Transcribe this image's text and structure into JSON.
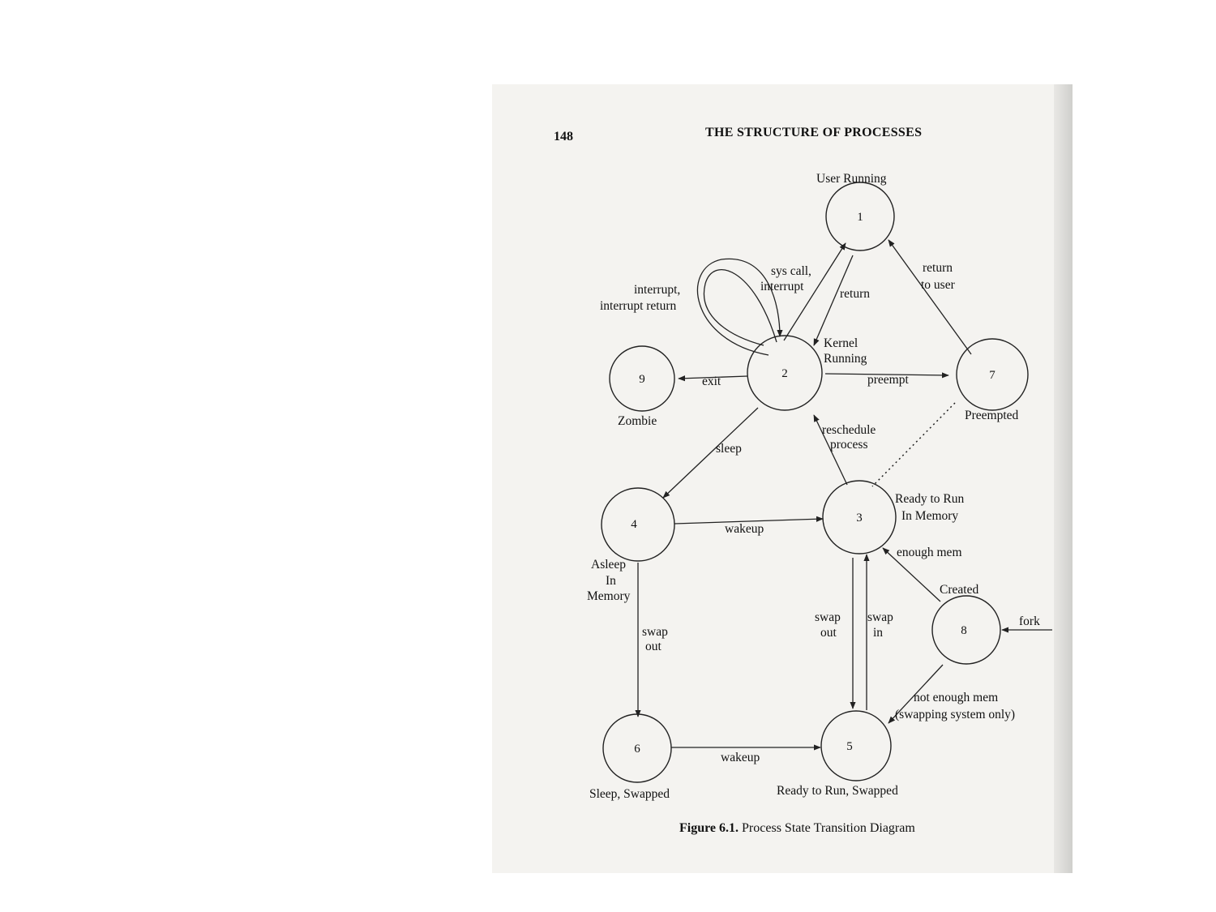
{
  "header": {
    "page_number": "148",
    "title": "THE STRUCTURE OF PROCESSES"
  },
  "states": [
    {
      "id": "1",
      "label": "User Running"
    },
    {
      "id": "2",
      "label": "Kernel Running"
    },
    {
      "id": "3",
      "label": "Ready to Run In Memory"
    },
    {
      "id": "4",
      "label": "Asleep In Memory"
    },
    {
      "id": "5",
      "label": "Ready to Run, Swapped"
    },
    {
      "id": "6",
      "label": "Sleep, Swapped"
    },
    {
      "id": "7",
      "label": "Preempted"
    },
    {
      "id": "8",
      "label": "Created"
    },
    {
      "id": "9",
      "label": "Zombie"
    }
  ],
  "state_label_lines": {
    "user_running": "User Running",
    "kernel_1": "Kernel",
    "kernel_2": "Running",
    "ready_mem_1": "Ready to Run",
    "ready_mem_2": "In Memory",
    "asleep_1": "Asleep",
    "asleep_2": "In",
    "asleep_3": "Memory",
    "ready_swapped": "Ready to Run, Swapped",
    "sleep_swapped": "Sleep, Swapped",
    "preempted": "Preempted",
    "created": "Created",
    "zombie": "Zombie"
  },
  "transitions": {
    "sys_call_1": "sys call,",
    "sys_call_2": "interrupt",
    "return": "return",
    "return_to_user_1": "return",
    "return_to_user_2": "to user",
    "interrupt_1": "interrupt,",
    "interrupt_2": "interrupt return",
    "exit": "exit",
    "preempt": "preempt",
    "reschedule_1": "reschedule",
    "reschedule_2": "process",
    "sleep": "sleep",
    "wakeup_mem": "wakeup",
    "enough_mem": "enough mem",
    "swap_out_a": "swap",
    "swap_out_b": "out",
    "swap_out2_a": "swap",
    "swap_out2_b": "out",
    "swap_in_a": "swap",
    "swap_in_b": "in",
    "fork": "fork",
    "not_enough_1": "not enough mem",
    "not_enough_2": "(swapping system only)",
    "wakeup_swapped": "wakeup"
  },
  "caption": {
    "figure": "Figure 6.1.",
    "title": "Process State Transition Diagram"
  }
}
